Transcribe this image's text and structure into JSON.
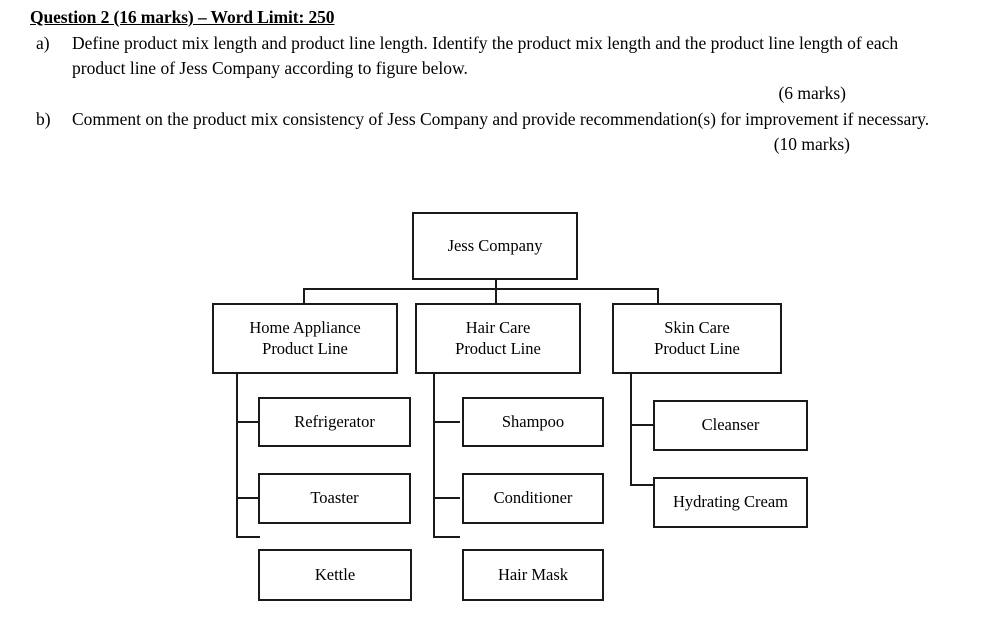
{
  "question": {
    "heading": "Question 2 (16 marks) – Word Limit: 250",
    "items": [
      {
        "marker": "a)",
        "text": "Define product mix length and product line length. Identify the product mix length and the product line length of each product line of Jess Company according to figure below.",
        "marks": "(6 marks)"
      },
      {
        "marker": "b)",
        "text": "Comment on the product mix consistency of Jess Company and provide recommendation(s) for improvement if necessary.",
        "marks": "(10 marks)"
      }
    ]
  },
  "diagram": {
    "type": "org-chart",
    "root": "Jess Company",
    "branches": [
      {
        "line": "Home Appliance\nProduct Line",
        "line_title": "Home Appliance",
        "line_subtitle": "Product Line",
        "products": [
          "Refrigerator",
          "Toaster",
          "Kettle"
        ]
      },
      {
        "line": "Hair Care\nProduct Line",
        "line_title": "Hair Care",
        "line_subtitle": "Product Line",
        "products": [
          "Shampoo",
          "Conditioner",
          "Hair Mask"
        ]
      },
      {
        "line": "Skin Care\nProduct Line",
        "line_title": "Skin Care",
        "line_subtitle": "Product Line",
        "products": [
          "Cleanser",
          "Hydrating Cream"
        ]
      }
    ]
  },
  "colors": {
    "background": "#ffffff",
    "ink": "#000000",
    "line": "#1a1a1a"
  }
}
